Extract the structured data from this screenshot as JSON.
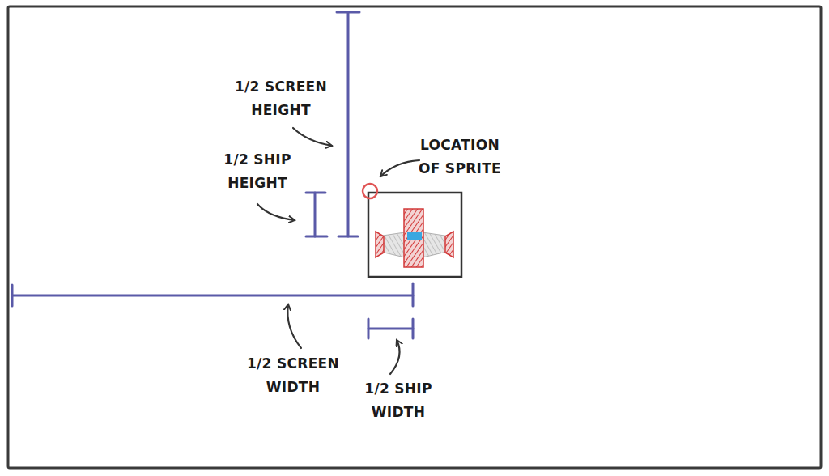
{
  "diagram": {
    "labels": [
      "1/2 SCREEN HEIGHT",
      "1/2 SHIP HEIGHT",
      "LOCATION OF SPRITE",
      "1/2 SCREEN WIDTH",
      "1/2 SHIP WIDTH"
    ]
  }
}
